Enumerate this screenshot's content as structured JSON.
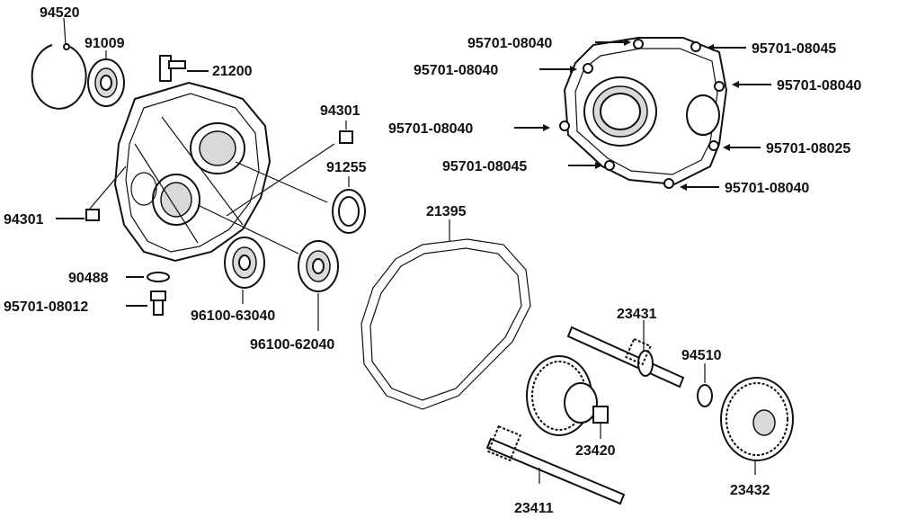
{
  "labels": {
    "p94520": "94520",
    "p91009": "91009",
    "p21200": "21200",
    "p94301a": "94301",
    "p94301b": "94301",
    "p91255": "91255",
    "p90488": "90488",
    "p95701_08012": "95701-08012",
    "p96100_63040": "96100-63040",
    "p96100_62040": "96100-62040",
    "p21395": "21395",
    "c1": "95701-08040",
    "c2": "95701-08045",
    "c3": "95701-08040",
    "c4": "95701-08040",
    "c5": "95701-08040",
    "c6": "95701-08025",
    "c7": "95701-08045",
    "c8": "95701-08040",
    "p23431": "23431",
    "p94510": "94510",
    "p23420": "23420",
    "p23432": "23432",
    "p23411": "23411"
  }
}
